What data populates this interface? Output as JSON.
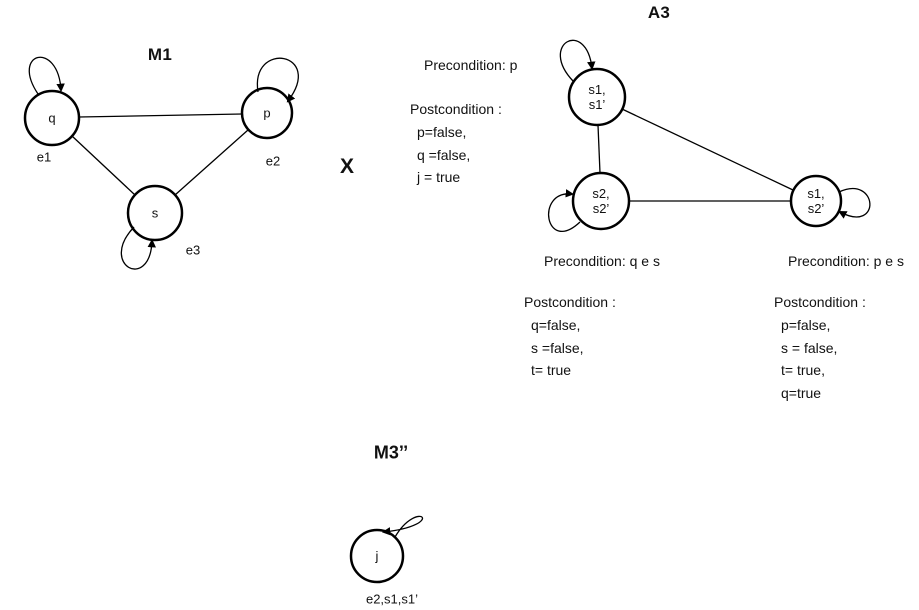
{
  "m1": {
    "title": "M1",
    "node_q": "q",
    "node_p": "p",
    "node_s": "s",
    "edge_e1": "e1",
    "edge_e2": "e2",
    "edge_e3": "e3"
  },
  "operator": "X",
  "a3": {
    "title": "A3",
    "node_top": {
      "l1": "s1,",
      "l2": "s1’"
    },
    "node_left": {
      "l1": "s2,",
      "l2": "s2’"
    },
    "node_right": {
      "l1": "s1,",
      "l2": "s2’"
    },
    "ann_top": {
      "pre": "Precondition: p",
      "post": "Postcondition :",
      "lines": [
        "p=false,",
        "q =false,",
        "j = true"
      ]
    },
    "ann_left": {
      "pre": "Precondition: q e s",
      "post": "Postcondition :",
      "lines": [
        "q=false,",
        "s =false,",
        "t= true"
      ]
    },
    "ann_right": {
      "pre": "Precondition: p e s",
      "post": "Postcondition :",
      "lines": [
        "p=false,",
        "s = false,",
        "t= true,",
        "q=true"
      ]
    }
  },
  "m3": {
    "title": "M3’’",
    "node_j": "j",
    "edge_label": "e2,s1,s1’"
  }
}
